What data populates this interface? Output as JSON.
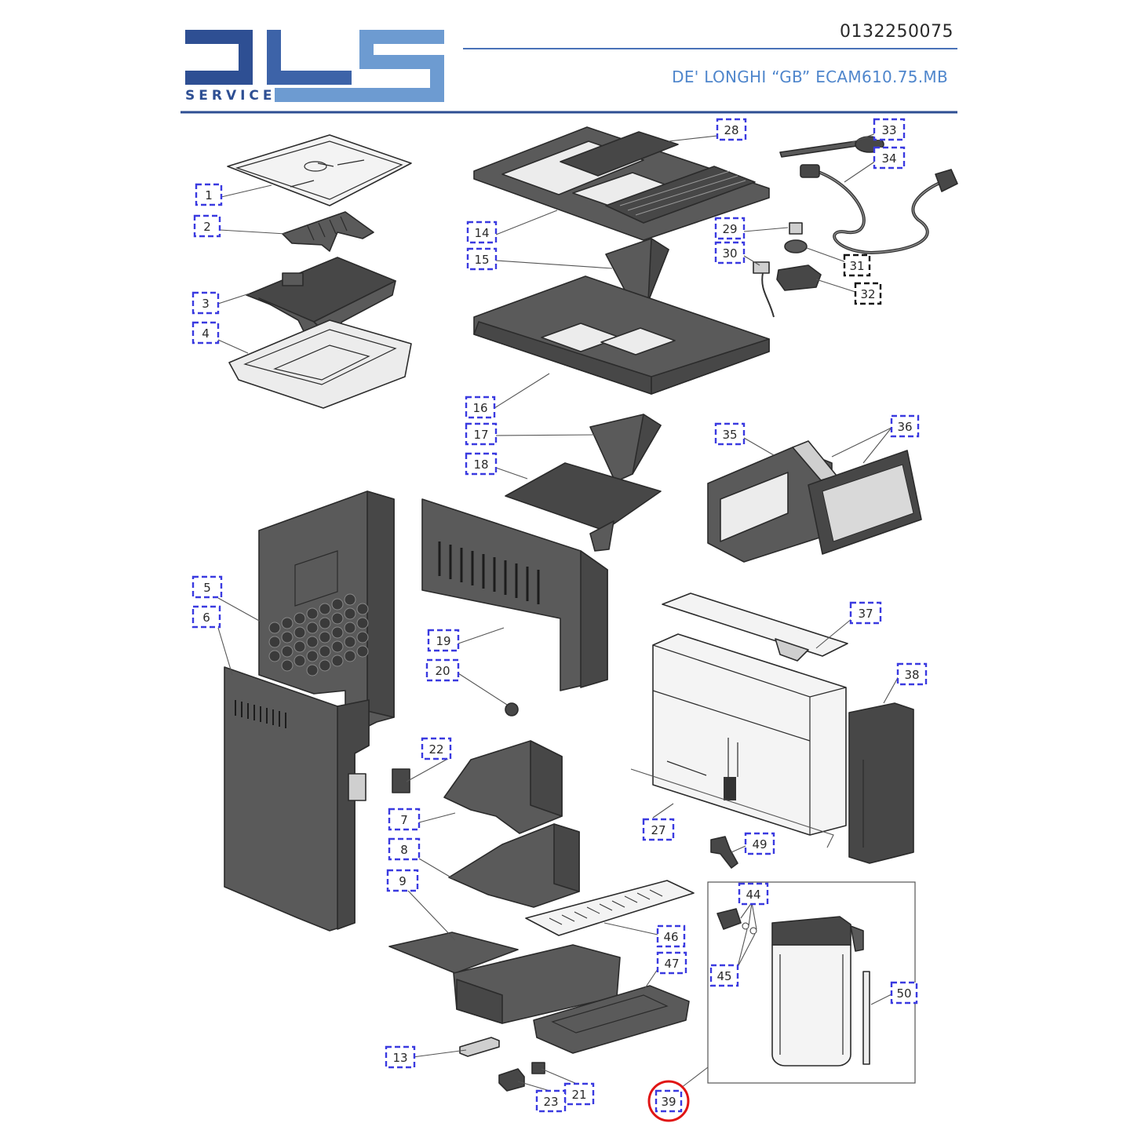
{
  "header": {
    "brand": "SERVICE",
    "doc_number": "0132250075",
    "model_title": "DE' LONGHI “GB” ECAM610.75.MB"
  },
  "colors": {
    "brand_dark": "#2e4f93",
    "brand_light": "#6d9bd1",
    "callout_box": "#3a3ae0",
    "highlight_circle": "#e01515"
  },
  "highlighted_part": "39",
  "callouts": [
    "1",
    "2",
    "3",
    "4",
    "5",
    "6",
    "7",
    "8",
    "9",
    "13",
    "14",
    "15",
    "16",
    "17",
    "18",
    "19",
    "20",
    "21",
    "22",
    "23",
    "27",
    "28",
    "29",
    "30",
    "31",
    "32",
    "33",
    "34",
    "35",
    "36",
    "37",
    "38",
    "39",
    "44",
    "45",
    "46",
    "47",
    "49",
    "50"
  ]
}
